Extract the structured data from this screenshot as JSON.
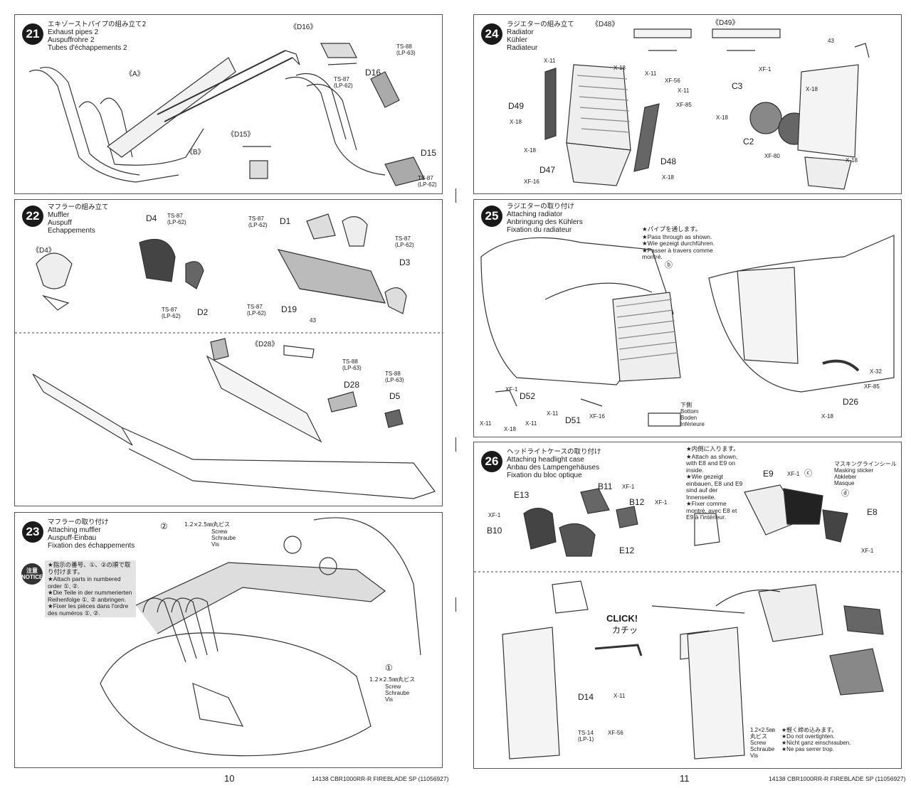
{
  "steps": {
    "s21": {
      "num": "21",
      "jp": "エキゾーストパイプの組み立て2",
      "en": "Exhaust pipes 2",
      "de": "Auspuffrohre 2",
      "fr": "Tubes d'échappements 2"
    },
    "s22": {
      "num": "22",
      "jp": "マフラーの組み立て",
      "en": "Muffler",
      "de": "Auspuff",
      "fr": "Echappements"
    },
    "s23": {
      "num": "23",
      "jp": "マフラーの取り付け",
      "en": "Attaching muffler",
      "de": "Auspuff-Einbau",
      "fr": "Fixation des échappements"
    },
    "s24": {
      "num": "24",
      "jp": "ラジエターの組み立て",
      "en": "Radiator",
      "de": "Kühler",
      "fr": "Radiateur"
    },
    "s25": {
      "num": "25",
      "jp": "ラジエターの取り付け",
      "en": "Attaching radiator",
      "de": "Anbringung des Kühlers",
      "fr": "Fixation du radiateur"
    },
    "s26": {
      "num": "26",
      "jp": "ヘッドライトケースの取り付け",
      "en": "Attaching headlight case",
      "de": "Anbau des Lampengehäuses",
      "fr": "Fixation du bloc optique"
    }
  },
  "labels": {
    "A": "《A》",
    "B": "《B》",
    "D15_ref": "《D15》",
    "D16_ref": "《D16》",
    "D15": "D15",
    "D16": "D16",
    "ts88": "TS-88",
    "lp63": "(LP-63)",
    "ts87": "TS-87",
    "lp62": "(LP-62)",
    "D4_ref": "《D4》",
    "D4": "D4",
    "D1": "D1",
    "D2": "D2",
    "D3": "D3",
    "D19": "D19",
    "D28_ref": "《D28》",
    "D28": "D28",
    "D5": "D5",
    "n43": "43",
    "screw2_num": "②",
    "screw1_num": "①",
    "screw_size": "1.2×2.5㎜丸ビス",
    "screw": "Screw",
    "schraube": "Schraube",
    "vis": "Vis",
    "D48_ref": "《D48》",
    "D49_ref": "《D49》",
    "D48": "D48",
    "D49": "D49",
    "D47": "D47",
    "C2": "C2",
    "C3": "C3",
    "x11": "X-11",
    "x18": "X-18",
    "xf56": "XF-56",
    "xf85": "XF-85",
    "xf16": "XF-16",
    "xf1": "XF-1",
    "xf80": "XF-80",
    "x32": "X-32",
    "D26": "D26",
    "D51": "D51",
    "D52": "D52",
    "b": "ⓑ",
    "c": "ⓒ",
    "d": "ⓓ",
    "B10": "B10",
    "B11": "B11",
    "B12": "B12",
    "E8": "E8",
    "E9": "E9",
    "E12": "E12",
    "E13": "E13",
    "D14": "D14",
    "ts14": "TS-14",
    "lp1": "(LP-1)",
    "click": "CLICK!",
    "click_jp": "カチッ",
    "underside_jp": "下側",
    "underside_en": "Bottom",
    "underside_de": "Boden",
    "underside_fr": "Inférieure",
    "masking_jp": "マスキングラインシール",
    "masking_en": "Masking sticker",
    "masking_de": "Abkleber",
    "masking_fr": "Masque"
  },
  "notes": {
    "notice_badge": "注意 NOTICE",
    "notice_jp": "★指示の番号、①、②の順で取り付けます。",
    "notice_en": "★Attach parts in numbered order ①, ②.",
    "notice_de": "★Die Teile in der nummerierten Reihenfolge ①, ② anbringen.",
    "notice_fr": "★Fixer les pièces dans l'ordre des numéros ①, ②.",
    "pipe_jp": "★パイプを通します。",
    "pipe_en": "★Pass through as shown.",
    "pipe_de": "★Wie gezeigt durchführen.",
    "pipe_fr": "★Passer à travers comme montré.",
    "inside_jp": "★内側に入ります。",
    "inside_en": "★Attach as shown, with E8 and E9 on inside.",
    "inside_de": "★Wie gezeigt einbauen, E8 und E9 sind auf der Innenseite.",
    "inside_fr": "★Fixer comme montré, avec E8 et E9 à l'intérieur.",
    "tight_size": "1.2×2.5㎜",
    "tight_jp_screw": "丸ビス",
    "tight_jp": "★軽く締め込みます。",
    "tight_en": "★Do not overtighten.",
    "tight_de": "★Nicht ganz einschrauben.",
    "tight_fr": "★Ne pas serrer trop."
  },
  "footer": {
    "page_left": "10",
    "page_right": "11",
    "model": "14138  CBR1000RR-R FIREBLADE SP (11056927)"
  }
}
